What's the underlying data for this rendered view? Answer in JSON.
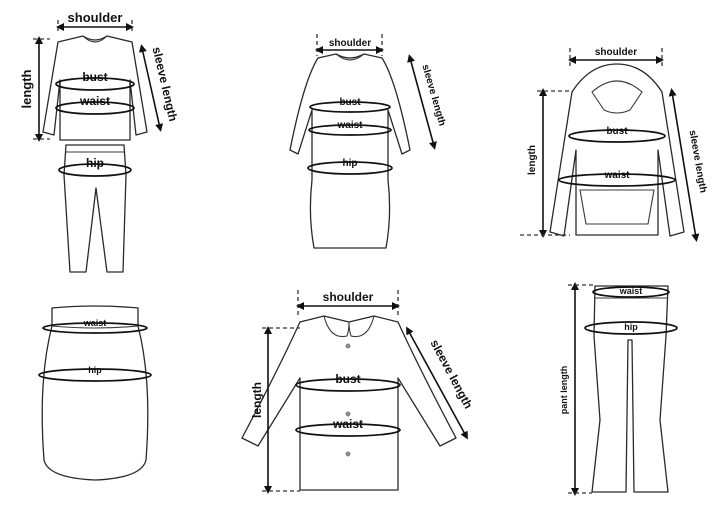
{
  "labels": {
    "shoulder": "shoulder",
    "length": "length",
    "bust": "bust",
    "waist": "waist",
    "hip": "hip",
    "sleeve_length": "sleeve length",
    "pant_length": "pant length"
  }
}
